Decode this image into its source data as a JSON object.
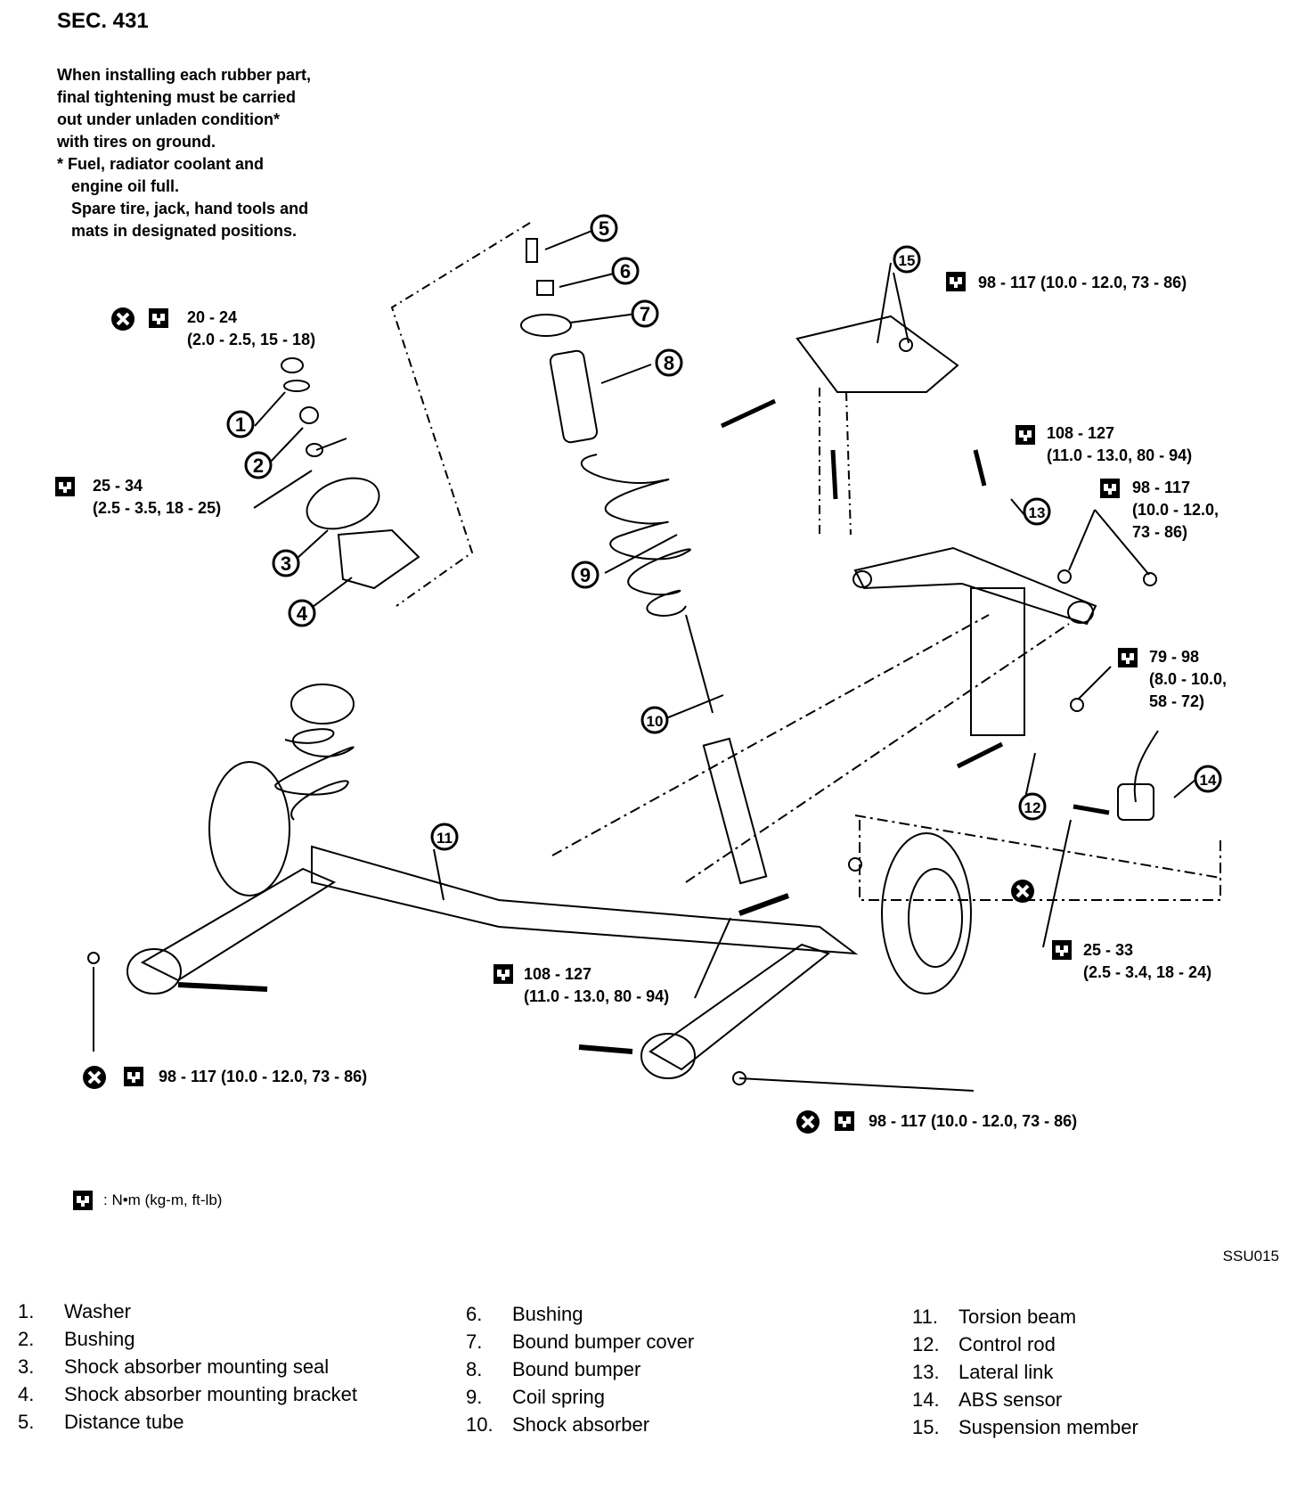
{
  "section": "SEC. 431",
  "note_lines": [
    "When installing each rubber part,",
    "final tightening must be carried",
    "out under unladen condition*",
    "with tires on ground.",
    "*  Fuel, radiator coolant and",
    "engine oil full.",
    "Spare tire, jack, hand tools and",
    "mats in designated positions."
  ],
  "torques": {
    "t1": [
      "20 - 24",
      "(2.0 - 2.5, 15 - 18)"
    ],
    "t2": [
      "25 - 34",
      "(2.5 - 3.5, 18 - 25)"
    ],
    "t3": [
      "98 - 117 (10.0 - 12.0, 73 - 86)"
    ],
    "t4": [
      "108 - 127",
      "(11.0 - 13.0, 80 - 94)"
    ],
    "t5": [
      "98 - 117",
      "(10.0 - 12.0,",
      "73 - 86)"
    ],
    "t6": [
      "79 - 98",
      "(8.0 - 10.0,",
      "58 - 72)"
    ],
    "t7": [
      "25 - 33",
      "(2.5 - 3.4, 18 - 24)"
    ],
    "t8": [
      "108 - 127",
      "(11.0 - 13.0, 80 - 94)"
    ],
    "t9": [
      "98 - 117 (10.0 - 12.0, 73 - 86)"
    ],
    "t10": [
      "98 - 117 (10.0 - 12.0, 73 - 86)"
    ]
  },
  "callout_numbers": [
    "1",
    "2",
    "3",
    "4",
    "5",
    "6",
    "7",
    "8",
    "9",
    "10",
    "11",
    "12",
    "13",
    "14",
    "15"
  ],
  "units_legend": ": N•m  (kg-m,  ft-lb)",
  "figure_code": "SSU015",
  "legend": [
    {
      "num": "1.",
      "name": "Washer"
    },
    {
      "num": "2.",
      "name": "Bushing"
    },
    {
      "num": "3.",
      "name": "Shock absorber mounting seal"
    },
    {
      "num": "4.",
      "name": "Shock absorber mounting bracket"
    },
    {
      "num": "5.",
      "name": "Distance tube"
    },
    {
      "num": "6.",
      "name": "Bushing"
    },
    {
      "num": "7.",
      "name": "Bound bumper cover"
    },
    {
      "num": "8.",
      "name": "Bound bumper"
    },
    {
      "num": "9.",
      "name": "Coil spring"
    },
    {
      "num": "10.",
      "name": "Shock absorber"
    },
    {
      "num": "11.",
      "name": "Torsion beam"
    },
    {
      "num": "12.",
      "name": "Control rod"
    },
    {
      "num": "13.",
      "name": "Lateral link"
    },
    {
      "num": "14.",
      "name": "ABS sensor"
    },
    {
      "num": "15.",
      "name": "Suspension member"
    }
  ]
}
